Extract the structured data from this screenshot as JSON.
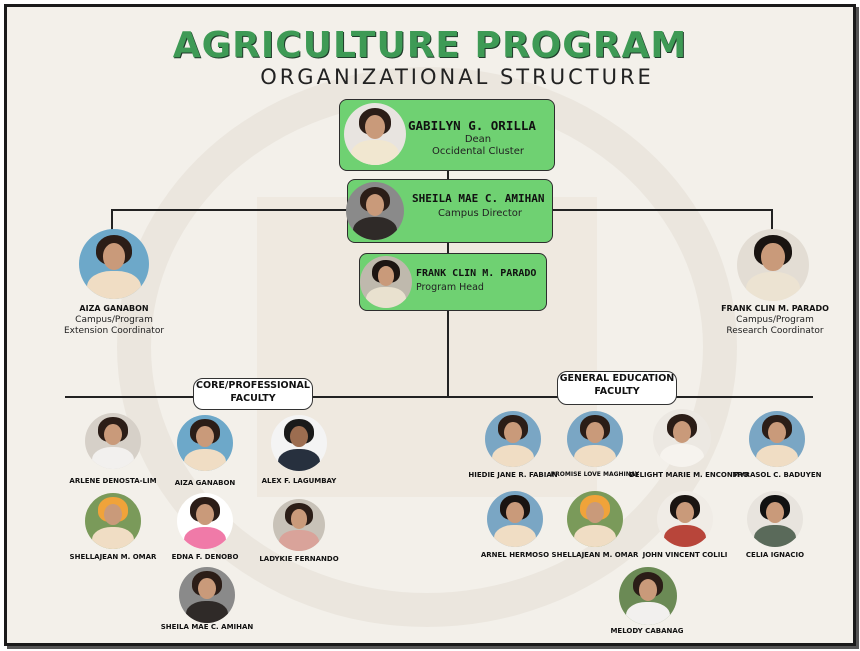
{
  "title": "AGRICULTURE PROGRAM",
  "subtitle": "ORGANIZATIONAL STRUCTURE",
  "dean": {
    "name": "GABILYN G. ORILLA",
    "role1": "Dean",
    "role2": "Occidental Cluster"
  },
  "director": {
    "name": "SHEILA MAE C. AMIHAN",
    "role": "Campus Director"
  },
  "head": {
    "name": "FRANK CLIN M. PARADO",
    "role": "Program Head"
  },
  "extension": {
    "name": "AIZA GANABON",
    "role1": "Campus/Program",
    "role2": "Extension Coordinator"
  },
  "research": {
    "name": "FRANK CLIN M. PARADO",
    "role1": "Campus/Program",
    "role2": "Research Coordinator"
  },
  "core": {
    "heading1": "CORE/PROFESSIONAL",
    "heading2": "FACULTY",
    "members": [
      "ARLENE DENOSTA-LIM",
      "AIZA GANABON",
      "ALEX F. LAGUMBAY",
      "SHELLAJEAN M. OMAR",
      "EDNA F. DENOBO",
      "LADYKIE FERNANDO",
      "SHEILA MAE C. AMIHAN"
    ]
  },
  "gened": {
    "heading1": "GENERAL EDUCATION",
    "heading2": "FACULTY",
    "members": [
      "HIEDIE JANE R. FABIAN",
      "PROMISE LOVE MAGHINAY",
      "DELIGHT MARIE M. ENCONTRO",
      "MYRASOL C. BADUYEN",
      "ARNEL HERMOSO",
      "SHELLAJEAN M. OMAR",
      "JOHN VINCENT COLILI",
      "CELIA IGNACIO",
      "MELODY CABANAG"
    ]
  }
}
